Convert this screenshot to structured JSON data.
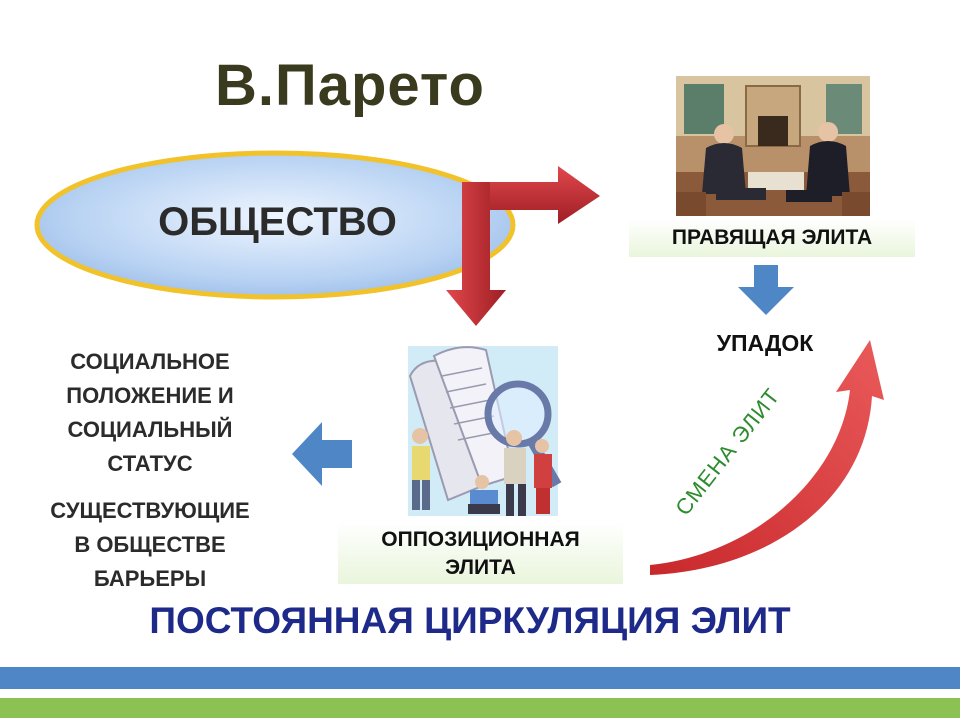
{
  "title": "В.Парето",
  "society": "ОБЩЕСТВО",
  "ruling_elite": "ПРАВЯЩАЯ ЭЛИТА",
  "decline": "УПАДОК",
  "elite_change": "СМЕНА ЭЛИТ",
  "opposition_elite": [
    "ОППОЗИЦИОННАЯ",
    "ЭЛИТА"
  ],
  "left_block_1": [
    "СОЦИАЛЬНОЕ",
    "ПОЛОЖЕНИЕ И",
    "СОЦИАЛЬНЫЙ",
    "СТАТУС"
  ],
  "left_block_2": [
    "СУЩЕСТВУЮЩИЕ",
    "В ОБЩЕСТВЕ",
    "БАРЬЕРЫ"
  ],
  "footer": "ПОСТОЯННАЯ ЦИРКУЛЯЦИЯ ЭЛИТ",
  "colors": {
    "oval_fill": "#b9d3f3",
    "oval_border": "#f2c22a",
    "red_arrow": "#b8262c",
    "blue_arrow": "#4f87c6",
    "curve_arrow": "#c8282c",
    "elite_change_text": "#2e8b2e",
    "footer_text": "#1e2a8a",
    "bar_blue": "#4f87c6",
    "bar_green": "#8cc153"
  }
}
